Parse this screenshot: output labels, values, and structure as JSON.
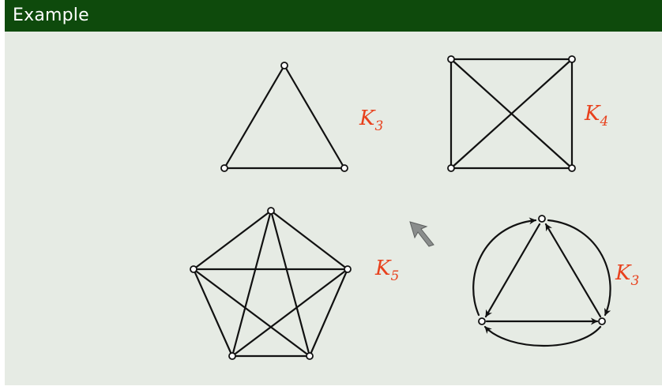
{
  "header": {
    "title": "Example"
  },
  "graphs": [
    {
      "id": "k3",
      "label": {
        "letter": "K",
        "sub": "3"
      },
      "type": "undirected",
      "vertices": 3
    },
    {
      "id": "k4",
      "label": {
        "letter": "K",
        "sub": "4"
      },
      "type": "undirected",
      "vertices": 4
    },
    {
      "id": "k5",
      "label": {
        "letter": "K",
        "sub": "5"
      },
      "type": "undirected",
      "vertices": 5
    },
    {
      "id": "k3-directed",
      "label": {
        "letter": "K",
        "sub": "3"
      },
      "type": "directed",
      "vertices": 3
    }
  ],
  "colors": {
    "header_bg": "#0e4a0c",
    "slide_bg": "#e6ebe4",
    "label": "#e8411d",
    "edge": "#111111"
  },
  "icons": {
    "pointer": "mouse-cursor-icon"
  }
}
